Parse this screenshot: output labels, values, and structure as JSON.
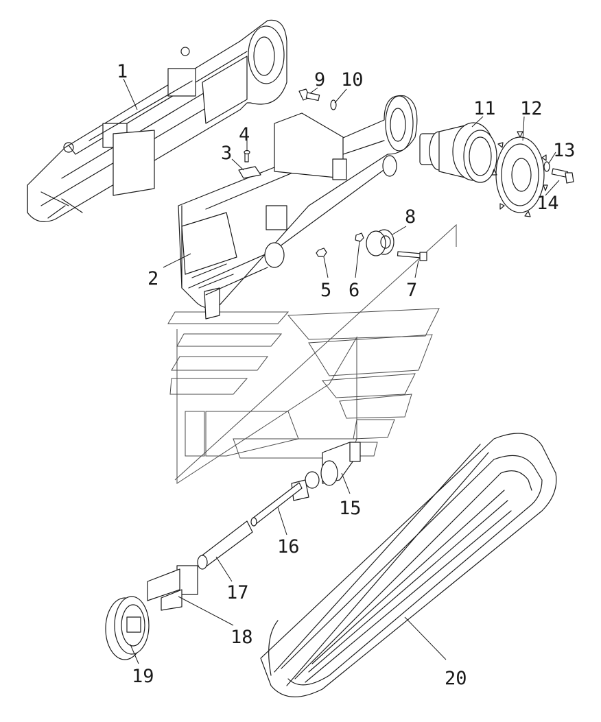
{
  "callouts": [
    {
      "id": "1",
      "label": "1"
    },
    {
      "id": "2",
      "label": "2"
    },
    {
      "id": "3",
      "label": "3"
    },
    {
      "id": "4",
      "label": "4"
    },
    {
      "id": "5",
      "label": "5"
    },
    {
      "id": "6",
      "label": "6"
    },
    {
      "id": "7",
      "label": "7"
    },
    {
      "id": "8",
      "label": "8"
    },
    {
      "id": "9",
      "label": "9"
    },
    {
      "id": "10",
      "label": "10"
    },
    {
      "id": "11",
      "label": "11"
    },
    {
      "id": "12",
      "label": "12"
    },
    {
      "id": "13",
      "label": "13"
    },
    {
      "id": "14",
      "label": "14"
    },
    {
      "id": "15",
      "label": "15"
    },
    {
      "id": "16",
      "label": "16"
    },
    {
      "id": "17",
      "label": "17"
    },
    {
      "id": "18",
      "label": "18"
    },
    {
      "id": "19",
      "label": "19"
    },
    {
      "id": "20",
      "label": "20"
    }
  ],
  "colors": {
    "line": "#1a1a1a",
    "background": "#ffffff",
    "watermark": "#4a4a4a"
  }
}
